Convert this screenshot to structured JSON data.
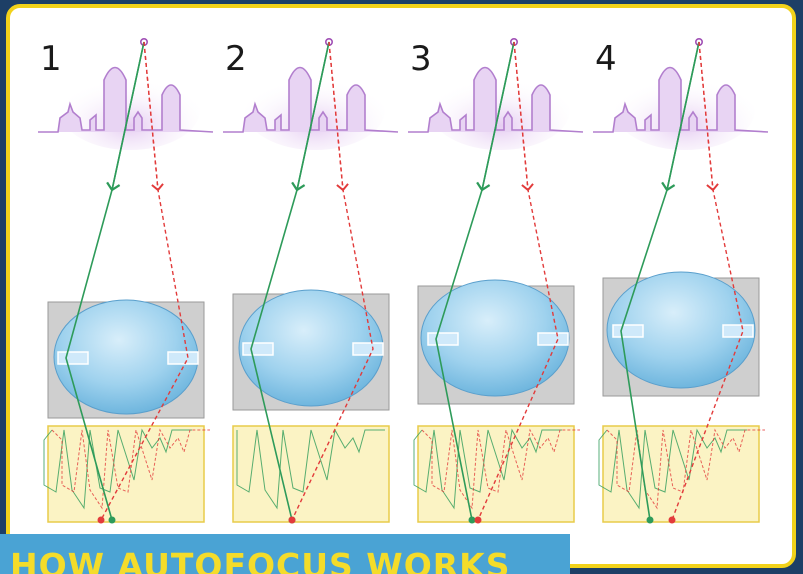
{
  "panels": [
    {
      "number": "1"
    },
    {
      "number": "2"
    },
    {
      "number": "3"
    },
    {
      "number": "4"
    }
  ],
  "banner": {
    "title": "HOW AUTOFOCUS WORKS"
  },
  "colors": {
    "frame_border": "#f2d21a",
    "background": "#1d3f66",
    "main_ray": "#2e9b5a",
    "secondary_ray": "#e23b3b",
    "subject": "#b27fce",
    "lens": "#8fc9ea",
    "lens_housing": "#cfcfcf",
    "sensor_panel": "#fbf3c4",
    "banner_bg": "#4aa3d4",
    "banner_text": "#f4dc2a"
  }
}
